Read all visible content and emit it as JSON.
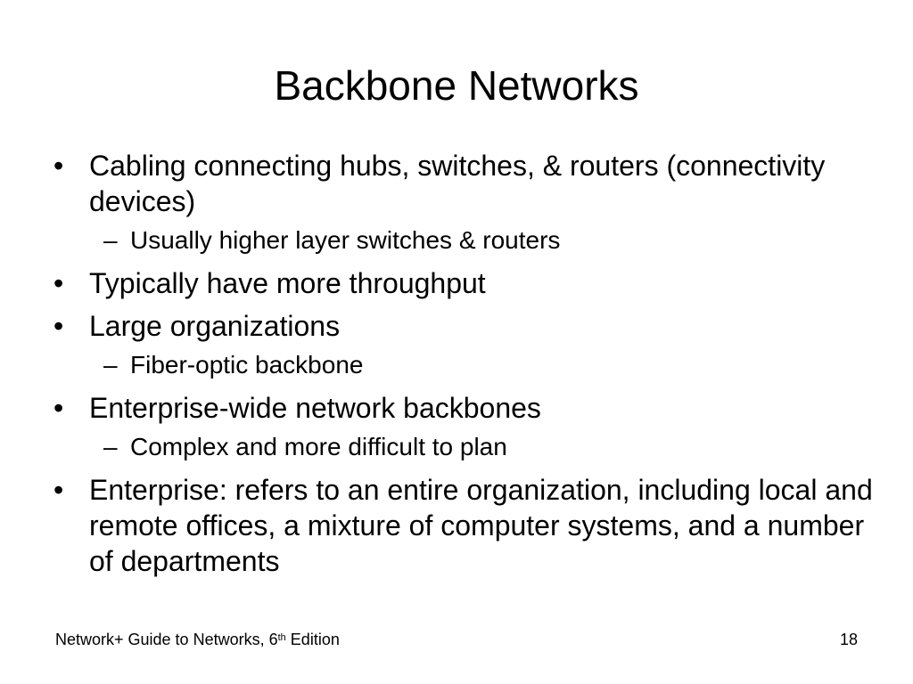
{
  "slide": {
    "title": "Backbone Networks",
    "bullets": [
      {
        "text": "Cabling connecting hubs, switches, & routers (connectivity devices)",
        "sub": [
          "Usually higher layer switches & routers"
        ]
      },
      {
        "text": "Typically have more throughput",
        "sub": []
      },
      {
        "text": "Large organizations",
        "sub": [
          "Fiber-optic backbone"
        ]
      },
      {
        "text": "Enterprise-wide network backbones",
        "sub": [
          "Complex and more difficult to plan"
        ]
      },
      {
        "text": "Enterprise: refers to an entire organization, including local and remote offices, a mixture of computer systems, and a number of departments",
        "sub": []
      }
    ],
    "bullet_glyph": "•",
    "dash_glyph": "–"
  },
  "footer": {
    "left_prefix": "Network+ Guide to Networks, 6",
    "left_sup": "th",
    "left_suffix": " Edition",
    "page_number": "18"
  }
}
